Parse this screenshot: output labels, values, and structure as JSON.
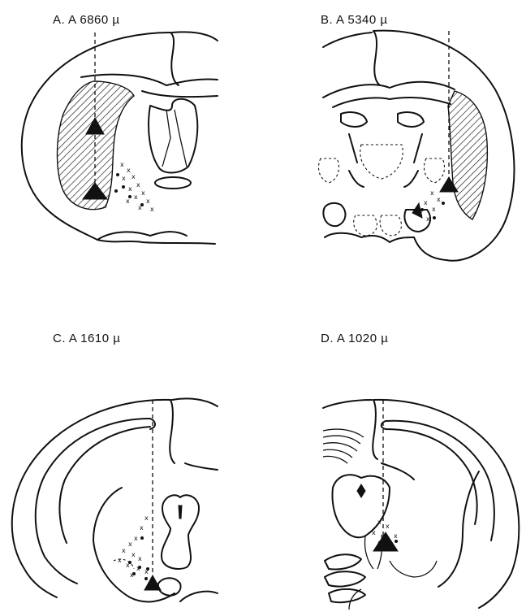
{
  "panels": [
    {
      "id": "A",
      "label": "A.  A 6860 µ"
    },
    {
      "id": "B",
      "label": "B.  A 5340 µ"
    },
    {
      "id": "C",
      "label": "C.  A 1610 µ"
    },
    {
      "id": "D",
      "label": "D.  A 1020 µ"
    }
  ]
}
